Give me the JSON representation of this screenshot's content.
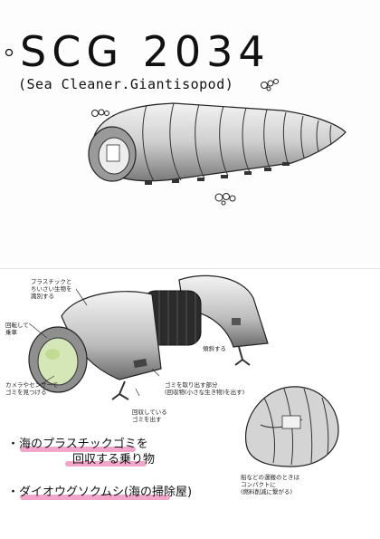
{
  "header": {
    "title": "SCG 2034",
    "subtitle": "(Sea Cleaner.Giantisopod)"
  },
  "annotations": {
    "plastic": "プラスチックと\nちいさい生物を\n識別する",
    "rotate": "回転して\n乗車",
    "camera": "カメラやセンサーで\nゴミを見つける",
    "legs": "傾斜する",
    "remove": "ゴミを取り出す部分\n(回収物(小さな生き物)を出す)",
    "collected": "回収している\nゴミを出す",
    "ship": "船などの運搬のときは\nコンパクトに\n(燃料削減に繋がる)"
  },
  "bullets": {
    "item1_line1": "・海のプラスチックゴミを",
    "item1_line2": "回収する乗り物",
    "item2": "・ダイオウグソクムシ(海の掃除屋)"
  },
  "colors": {
    "highlight": "#e85c9d",
    "shell": "#c9c9c9",
    "shell_dark": "#6e6e6e",
    "bellows": "#2b2b2b",
    "lens": "#b9d98a"
  }
}
